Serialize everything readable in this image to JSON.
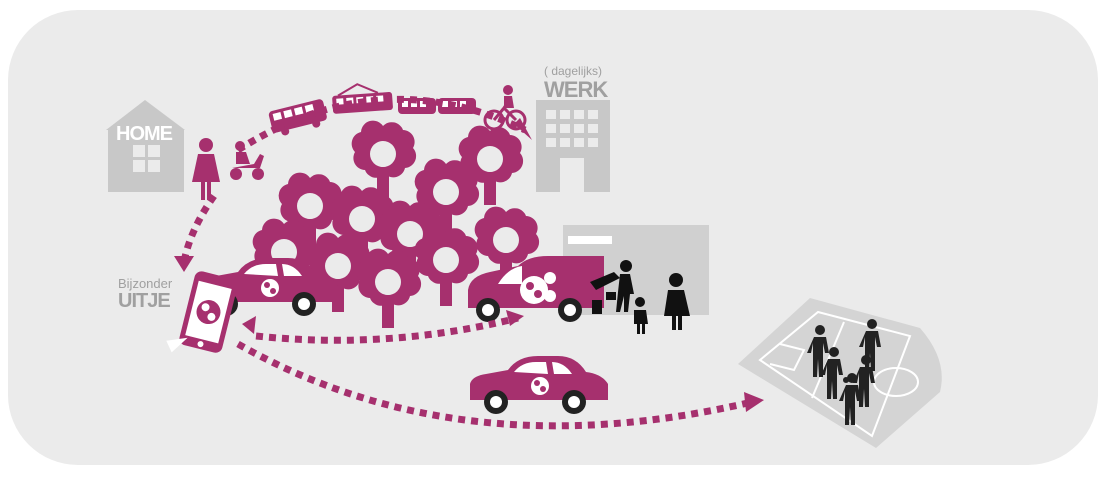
{
  "labels": {
    "home": "HOME",
    "werk_prefix": "( dagelijks)",
    "werk": "WERK",
    "uitje_prefix": "Bijzonder",
    "uitje": "UITJE"
  },
  "colors": {
    "background_panel": "#ebebeb",
    "accent": "#a6306e",
    "building": "#c8c8c8",
    "building_window": "#ebebeb",
    "label_gray": "#a0a0a0",
    "field": "#d4d4d4",
    "field_lines": "#ffffff",
    "person_dark": "#222222"
  },
  "icons": [
    "home-building-icon",
    "work-building-icon",
    "woman-icon",
    "scooter-icon",
    "bus-icon",
    "tram-icon",
    "train-icon",
    "cyclist-icon",
    "tree-icon",
    "car-icon",
    "van-icon",
    "smartphone-icon",
    "family-icon",
    "soccer-field-icon"
  ]
}
